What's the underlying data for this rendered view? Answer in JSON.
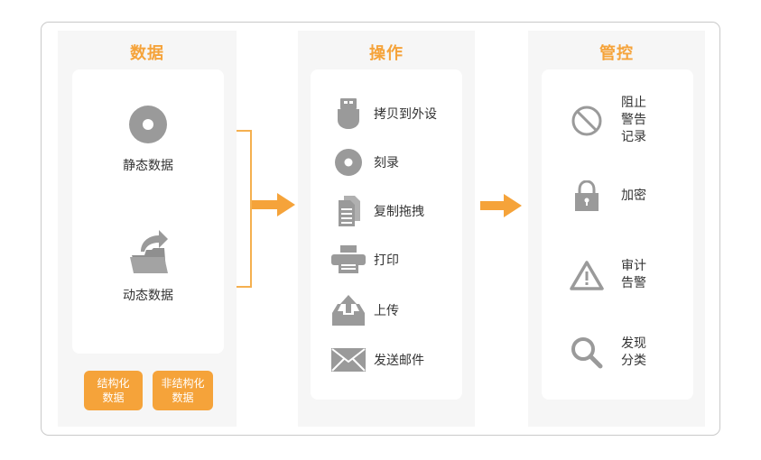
{
  "colors": {
    "accent": "#f5a33a",
    "icon_gray": "#9a9a9a",
    "panel_bg": "#f6f6f6",
    "card_bg": "#ffffff",
    "border": "#c9c9c9"
  },
  "data_panel": {
    "title": "数据",
    "items": [
      {
        "icon": "disc-icon",
        "label": "静态数据"
      },
      {
        "icon": "folder-share-icon",
        "label": "动态数据"
      }
    ],
    "tags": [
      {
        "line1": "结构化",
        "line2": "数据"
      },
      {
        "line1": "非结构化",
        "line2": "数据"
      }
    ]
  },
  "operation_panel": {
    "title": "操作",
    "items": [
      {
        "icon": "usb-drive-icon",
        "label": "拷贝到外设"
      },
      {
        "icon": "disc-icon",
        "label": "刻录"
      },
      {
        "icon": "documents-icon",
        "label": "复制拖拽"
      },
      {
        "icon": "printer-icon",
        "label": "打印"
      },
      {
        "icon": "upload-tray-icon",
        "label": "上传"
      },
      {
        "icon": "envelope-icon",
        "label": "发送邮件"
      }
    ]
  },
  "control_panel": {
    "title": "管控",
    "items": [
      {
        "icon": "prohibited-icon",
        "label": "阻止\n警告\n记录",
        "lines": [
          "阻止",
          "警告",
          "记录"
        ]
      },
      {
        "icon": "lock-icon",
        "label": "加密",
        "lines": [
          "加密"
        ]
      },
      {
        "icon": "warning-triangle-icon",
        "label": "审计\n告警",
        "lines": [
          "审计",
          "告警"
        ]
      },
      {
        "icon": "search-icon",
        "label": "发现\n分类",
        "lines": [
          "发现",
          "分类"
        ]
      }
    ]
  },
  "flow": {
    "arrows": [
      {
        "from": "数据",
        "to": "操作"
      },
      {
        "from": "操作",
        "to": "管控"
      }
    ]
  }
}
